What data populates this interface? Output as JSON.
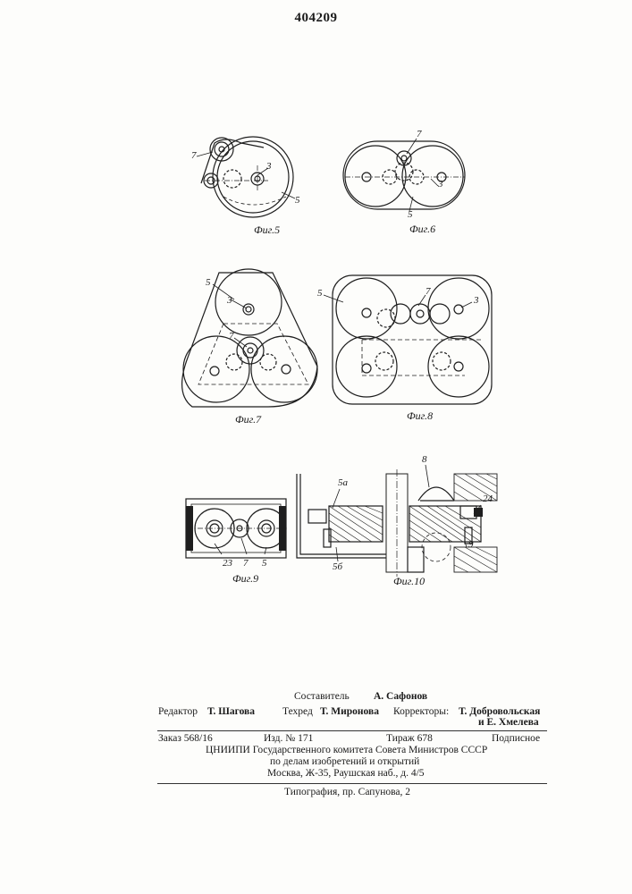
{
  "patent_number": "404209",
  "figures": [
    {
      "id": "fig5",
      "caption": "Фиг.5",
      "labels": [
        "7",
        "3",
        "5"
      ]
    },
    {
      "id": "fig6",
      "caption": "Фиг.6",
      "labels": [
        "7",
        "3",
        "5"
      ]
    },
    {
      "id": "fig7",
      "caption": "Фиг.7",
      "labels": [
        "5",
        "3",
        "7"
      ]
    },
    {
      "id": "fig8",
      "caption": "Фиг.8",
      "labels": [
        "5",
        "7",
        "3"
      ]
    },
    {
      "id": "fig9",
      "caption": "Фиг.9",
      "labels": [
        "23",
        "7",
        "5"
      ]
    },
    {
      "id": "fig10",
      "caption": "Фиг.10",
      "labels": [
        "8",
        "5а",
        "24",
        "9",
        "5б"
      ]
    }
  ],
  "colophon": {
    "compiler": {
      "role": "Составитель",
      "name": "А. Сафонов"
    },
    "editor": {
      "role": "Редактор",
      "name": "Т. Шагова"
    },
    "techred": {
      "role": "Техред",
      "name": "Т. Миронова"
    },
    "correctors": {
      "role": "Корректоры:",
      "names": [
        "Т. Добровольская",
        "и Е. Хмелева"
      ]
    },
    "order": "Заказ 568/16",
    "edition": "Изд. № 171",
    "print_run": "Тираж 678",
    "subscription": "Подписное",
    "institute_lines": [
      "ЦНИИПИ Государственного комитета Совета Министров СССР",
      "по делам изобретений и открытий",
      "Москва, Ж-35, Раушская наб., д. 4/5"
    ],
    "printing_house": "Типография, пр. Сапунова, 2"
  }
}
